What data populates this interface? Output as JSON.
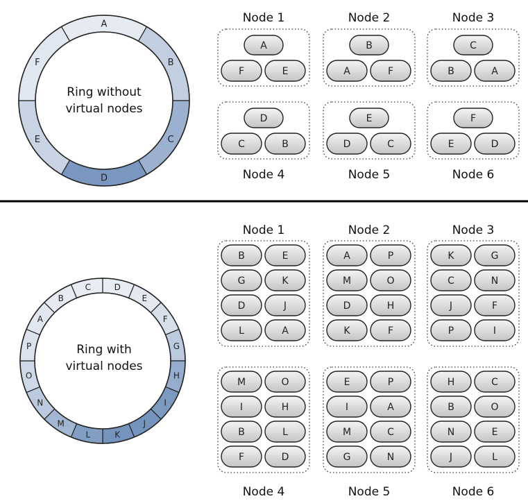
{
  "top": {
    "ring": {
      "label_line1": "Ring without",
      "label_line2": "virtual nodes",
      "segments": [
        "A",
        "B",
        "C",
        "D",
        "E",
        "F"
      ],
      "shade_levels": [
        0.06,
        0.35,
        0.65,
        0.92,
        0.3,
        0.1
      ]
    },
    "nodes": [
      {
        "name": "Node 1",
        "tokens": [
          "A",
          "F",
          "E"
        ]
      },
      {
        "name": "Node 2",
        "tokens": [
          "B",
          "A",
          "F"
        ]
      },
      {
        "name": "Node 3",
        "tokens": [
          "C",
          "B",
          "A"
        ]
      },
      {
        "name": "Node 4",
        "tokens": [
          "D",
          "C",
          "B"
        ]
      },
      {
        "name": "Node 5",
        "tokens": [
          "E",
          "D",
          "C"
        ]
      },
      {
        "name": "Node 6",
        "tokens": [
          "F",
          "E",
          "D"
        ]
      }
    ]
  },
  "bottom": {
    "ring": {
      "label_line1": "Ring with",
      "label_line2": "virtual nodes",
      "segments": [
        "C",
        "D",
        "E",
        "F",
        "G",
        "H",
        "I",
        "J",
        "K",
        "L",
        "M",
        "N",
        "O",
        "P",
        "A",
        "B"
      ],
      "shade_levels": [
        0.05,
        0.05,
        0.08,
        0.18,
        0.4,
        0.7,
        0.9,
        0.95,
        0.95,
        0.85,
        0.6,
        0.4,
        0.25,
        0.15,
        0.1,
        0.06
      ]
    },
    "nodes": [
      {
        "name": "Node 1",
        "tokens": [
          "B",
          "E",
          "G",
          "K",
          "D",
          "J",
          "L",
          "A"
        ]
      },
      {
        "name": "Node 2",
        "tokens": [
          "A",
          "P",
          "M",
          "O",
          "D",
          "H",
          "K",
          "F"
        ]
      },
      {
        "name": "Node 3",
        "tokens": [
          "K",
          "G",
          "C",
          "N",
          "J",
          "F",
          "P",
          "I"
        ]
      },
      {
        "name": "Node 4",
        "tokens": [
          "M",
          "O",
          "I",
          "H",
          "B",
          "L",
          "F",
          "D"
        ]
      },
      {
        "name": "Node 5",
        "tokens": [
          "E",
          "P",
          "I",
          "A",
          "M",
          "C",
          "G",
          "N"
        ]
      },
      {
        "name": "Node 6",
        "tokens": [
          "H",
          "C",
          "B",
          "O",
          "N",
          "E",
          "J",
          "L"
        ]
      }
    ]
  },
  "colors": {
    "ring_light": "#eef1f6",
    "ring_dark": "#6f8fba",
    "ring_stroke": "#222222",
    "pill_top": "#f4f4f4",
    "pill_bottom": "#c4c4c4",
    "divider": "#000000"
  }
}
